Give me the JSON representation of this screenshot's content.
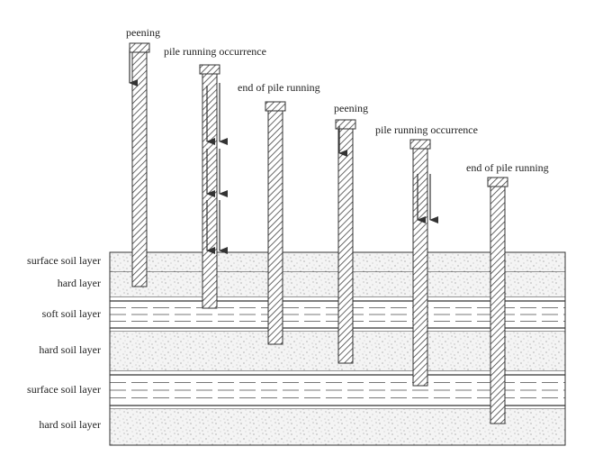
{
  "layers": [
    {
      "label": "surface soil layer",
      "type": "stipple"
    },
    {
      "label": "hard layer",
      "type": "stipple"
    },
    {
      "label": "soft soil layer",
      "type": "lines"
    },
    {
      "label": "hard soil layer",
      "type": "stipple"
    },
    {
      "label": "surface soil layer",
      "type": "lines"
    },
    {
      "label": "hard soil layer",
      "type": "stipple"
    }
  ],
  "piles": [
    {
      "label": "peening",
      "arrow": "single"
    },
    {
      "label": "pile running occurrence",
      "arrow": "multi"
    },
    {
      "label": "end of pile running",
      "arrow": "none"
    },
    {
      "label": "peening",
      "arrow": "single"
    },
    {
      "label": "pile running occurrence",
      "arrow": "multi"
    },
    {
      "label": "end of pile running",
      "arrow": "none"
    }
  ],
  "colors": {
    "stroke": "#333333",
    "stipple": "#999999",
    "hatch": "#444444",
    "background": "#ffffff"
  }
}
